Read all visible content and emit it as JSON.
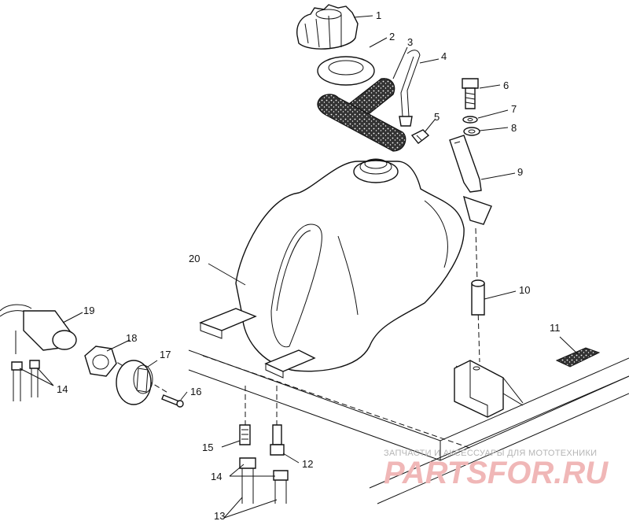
{
  "callouts": [
    {
      "id": "1",
      "label": "1"
    },
    {
      "id": "2",
      "label": "2"
    },
    {
      "id": "3",
      "label": "3"
    },
    {
      "id": "4",
      "label": "4"
    },
    {
      "id": "5",
      "label": "5"
    },
    {
      "id": "6",
      "label": "6"
    },
    {
      "id": "7",
      "label": "7"
    },
    {
      "id": "8",
      "label": "8"
    },
    {
      "id": "9",
      "label": "9"
    },
    {
      "id": "10",
      "label": "10"
    },
    {
      "id": "11",
      "label": "11"
    },
    {
      "id": "12",
      "label": "12"
    },
    {
      "id": "13",
      "label": "13"
    },
    {
      "id": "14a",
      "label": "14"
    },
    {
      "id": "14b",
      "label": "14"
    },
    {
      "id": "15",
      "label": "15"
    },
    {
      "id": "16",
      "label": "16"
    },
    {
      "id": "17",
      "label": "17"
    },
    {
      "id": "18",
      "label": "18"
    },
    {
      "id": "19",
      "label": "19"
    },
    {
      "id": "20",
      "label": "20"
    }
  ],
  "watermark": {
    "tagline": "ЗАПЧАСТИ И АКСЕССУАРЫ ДЛЯ МОТОТЕХНИКИ",
    "logo": "PARTSFOR.RU"
  }
}
